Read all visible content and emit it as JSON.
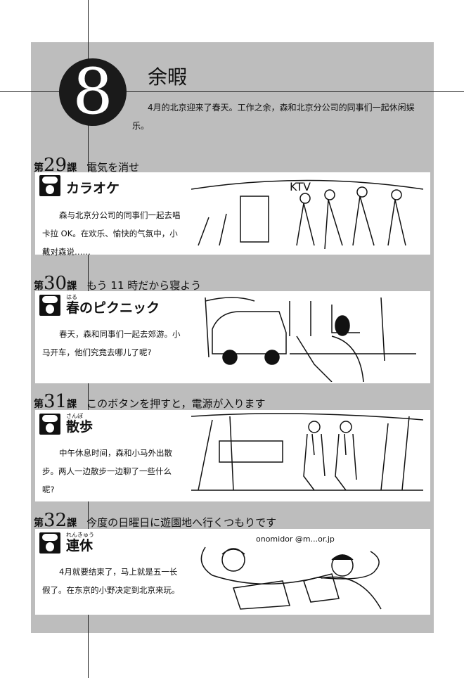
{
  "chapter": {
    "number": "8",
    "title": "余暇",
    "intro": "4月的北京迎来了春天。工作之余，森和北京分公司的同事们一起休闲娱乐。"
  },
  "lessons": [
    {
      "prefix": "第",
      "number": "29",
      "suffix": "課",
      "title": "電気を消せ",
      "subtitle": "カラオケ",
      "subtitle_ruby": "",
      "desc": "森与北京分公司的同事们一起去唱卡拉 OK。在欢乐、愉快的气氛中，小戴对森说……",
      "sign": "KTV"
    },
    {
      "prefix": "第",
      "number": "30",
      "suffix": "課",
      "title": "もう 11 時だから寝よう",
      "subtitle": "春のピクニック",
      "subtitle_ruby": "はる",
      "desc": "春天，森和同事们一起去郊游。小马开车，他们究竟去哪儿了呢?"
    },
    {
      "prefix": "第",
      "number": "31",
      "suffix": "課",
      "title": "このボタンを押すと，電源が入ります",
      "subtitle": "散歩",
      "subtitle_ruby": "さんぽ",
      "desc": "中午休息时间，森和小马外出散步。两人一边散步一边聊了一些什么呢?"
    },
    {
      "prefix": "第",
      "number": "32",
      "suffix": "課",
      "title": "今度の日曜日に遊園地へ行くつもりです",
      "subtitle": "連休",
      "subtitle_ruby": "れんきゅう",
      "desc": "4月就要结束了，马上就是五一长假了。在东京的小野决定到北京来玩。",
      "bubble": "onomidor @m...or.jp"
    }
  ]
}
